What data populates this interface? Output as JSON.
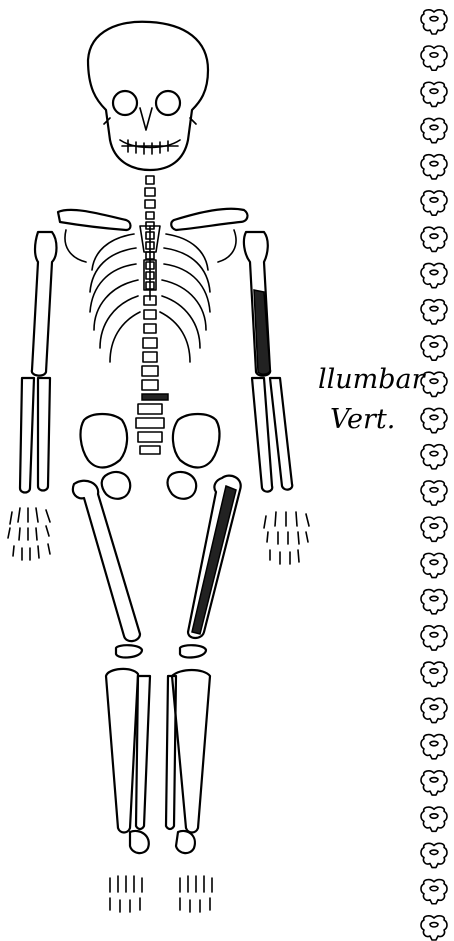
{
  "annotation": {
    "line1": "llumbar",
    "line2": "Vert."
  },
  "vertebra_column": {
    "icon": "vertebra-icon",
    "count": 26
  },
  "highlighted_bones": [
    "left-humerus",
    "left-femur"
  ],
  "colors": {
    "ink": "#000000",
    "background": "#ffffff",
    "shaded_bone": "#222222"
  }
}
